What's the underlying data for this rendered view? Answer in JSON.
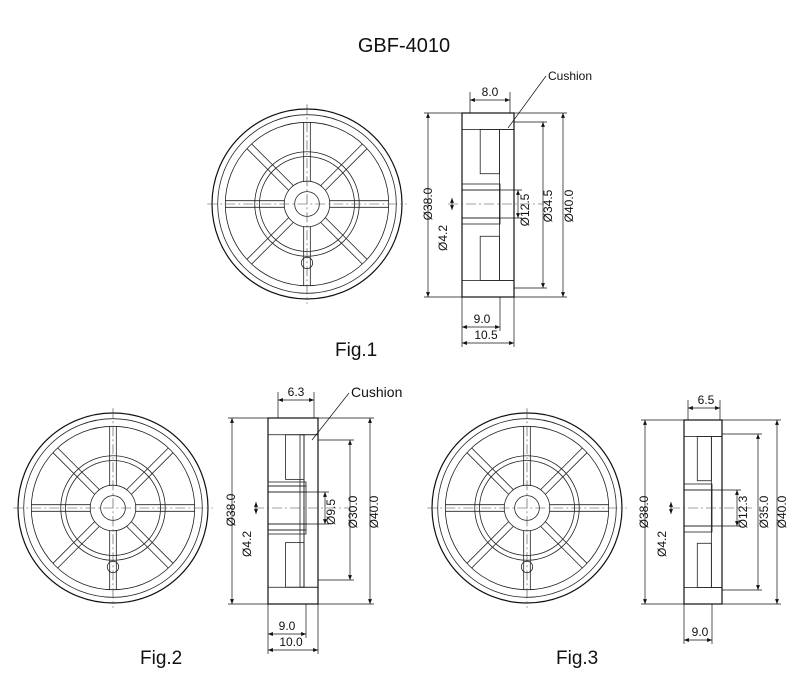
{
  "title": "GBF-4010",
  "figures": [
    {
      "id": "fig1",
      "caption": "Fig.1",
      "cushion_label": "Cushion",
      "dims": {
        "top_width": "8.0",
        "outer_left": "Ø38.0",
        "small_hole": "Ø4.2",
        "bore": "Ø12.5",
        "mid": "Ø34.5",
        "outer": "Ø40.0",
        "bottom_inner": "9.0",
        "bottom_outer": "10.5"
      }
    },
    {
      "id": "fig2",
      "caption": "Fig.2",
      "cushion_label": "Cushion",
      "dims": {
        "top_width": "6.3",
        "outer_left": "Ø38.0",
        "small_hole": "Ø4.2",
        "bore": "Ø9.5",
        "mid": "Ø30.0",
        "outer": "Ø40.0",
        "bottom_inner": "9.0",
        "bottom_outer": "10.0"
      }
    },
    {
      "id": "fig3",
      "caption": "Fig.3",
      "dims": {
        "top_width": "6.5",
        "outer_left": "Ø38.0",
        "small_hole": "Ø4.2",
        "bore": "Ø12.3",
        "mid": "Ø35.0",
        "outer": "Ø40.0",
        "bottom_inner": "9.0"
      }
    }
  ]
}
